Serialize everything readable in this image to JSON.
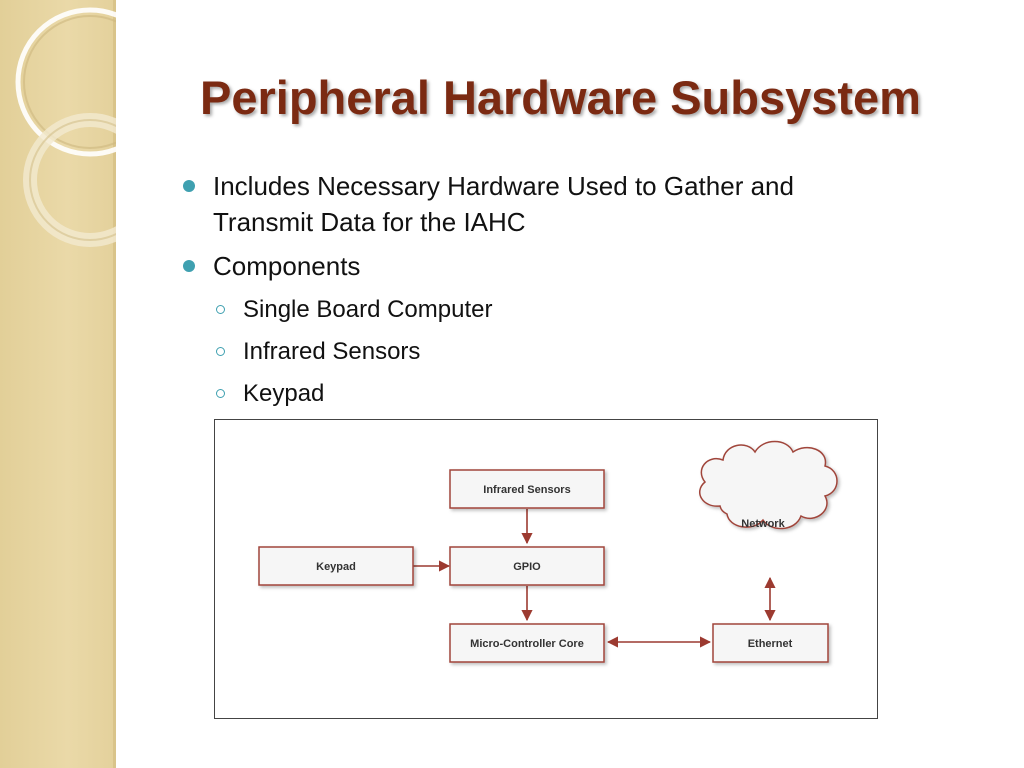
{
  "slide": {
    "title": "Peripheral Hardware Subsystem",
    "bullets": [
      {
        "text": "Includes Necessary Hardware Used to Gather and Transmit Data for the IAHC"
      },
      {
        "text": "Components"
      }
    ],
    "sub_bullets": [
      {
        "text": "Single Board Computer"
      },
      {
        "text": "Infrared Sensors"
      },
      {
        "text": "Keypad"
      }
    ]
  },
  "diagram": {
    "nodes": {
      "infrared": "Infrared Sensors",
      "keypad": "Keypad",
      "gpio": "GPIO",
      "mcu": "Micro-Controller Core",
      "ethernet": "Ethernet",
      "network": "Network"
    },
    "edges": [
      {
        "from": "Infrared Sensors",
        "to": "GPIO",
        "direction": "one-way"
      },
      {
        "from": "Keypad",
        "to": "GPIO",
        "direction": "one-way"
      },
      {
        "from": "GPIO",
        "to": "Micro-Controller Core",
        "direction": "one-way"
      },
      {
        "from": "Micro-Controller Core",
        "to": "Ethernet",
        "direction": "two-way"
      },
      {
        "from": "Ethernet",
        "to": "Network",
        "direction": "two-way"
      }
    ],
    "colors": {
      "box_border": "#a0453a",
      "box_fill": "#f6f6f6",
      "arrow": "#9c3a30"
    }
  },
  "theme": {
    "title_color": "#7b2a12",
    "bullet_color": "#3fa0b0",
    "band_color": "#e6d3a0"
  }
}
